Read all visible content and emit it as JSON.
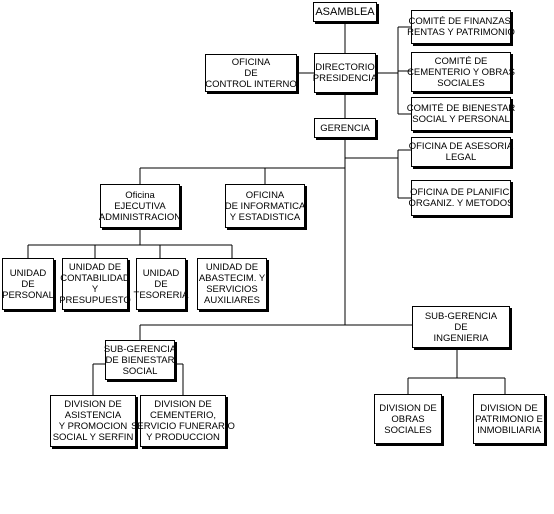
{
  "nodes": {
    "asamblea": [
      "ASAMBLEA"
    ],
    "comite_finanzas": [
      "COMITÉ DE FINANZAS,",
      "RENTAS Y PATRIMONIO"
    ],
    "comite_cementerio": [
      "COMITÉ DE",
      "CEMENTERIO Y OBRAS",
      "SOCIALES"
    ],
    "comite_bienestar": [
      "COMITÉ DE BIENESTAR",
      "SOCIAL Y PERSONAL"
    ],
    "control_interno": [
      "OFICINA",
      "DE",
      "CONTROL INTERNO"
    ],
    "directorio": [
      "DIRECTORIO",
      "PRESIDENCIA"
    ],
    "gerencia": [
      "GERENCIA"
    ],
    "asesoria_legal": [
      "OFICINA DE ASESORIA",
      "LEGAL"
    ],
    "planificacion": [
      "OFICINA DE PLANIFIC.",
      "ORGANIZ. Y METODOS"
    ],
    "ejecutiva": [
      "Oficina",
      "EJECUTIVA",
      "ADMINISTRACION"
    ],
    "informatica": [
      "OFICINA",
      "DE INFORMATICA",
      "Y ESTADISTICA"
    ],
    "personal": [
      "UNIDAD",
      "DE",
      "PERSONAL"
    ],
    "contabilidad": [
      "UNIDAD DE",
      "CONTABILIDAD",
      "Y",
      "PRESUPUESTO"
    ],
    "tesoreria": [
      "UNIDAD",
      "DE",
      "TESORERIA"
    ],
    "abastecimiento": [
      "UNIDAD DE",
      "ABASTECIM. Y",
      "SERVICIOS",
      "AUXILIARES"
    ],
    "ingenieria": [
      "SUB-GERENCIA",
      "DE",
      "INGENIERIA"
    ],
    "bienestar": [
      "SUB-GERENCIA",
      "DE BIENESTAR",
      "SOCIAL"
    ],
    "asistencia": [
      "DIVISION  DE",
      "ASISTENCIA",
      "Y PROMOCION",
      "SOCIAL Y SERFIN"
    ],
    "cementerio": [
      "DIVISION DE",
      "CEMENTERIO,",
      "SERVICIO FUNERARIO",
      "Y PRODUCCION"
    ],
    "obras_sociales": [
      "DIVISION DE",
      "OBRAS",
      "SOCIALES"
    ],
    "patrimonio": [
      "DIVISION DE",
      "PATRIMONIO E",
      "INMOBILIARIA"
    ]
  }
}
